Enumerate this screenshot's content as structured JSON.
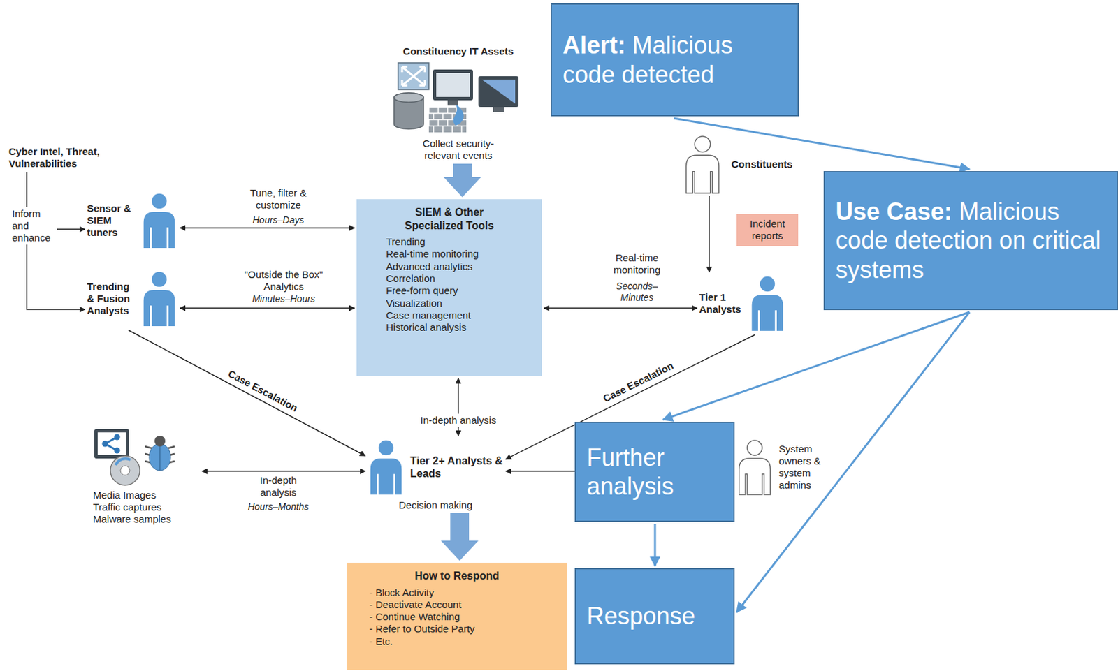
{
  "diagram": {
    "nodes": [
      {
        "text": [
          "Constituency IT Assets",
          "Collect security-relevant events"
        ]
      },
      {
        "text": [
          "Alert:",
          "Malicious code detected"
        ]
      },
      {
        "text": [
          "Cyber Intel, Threat, Vulnerabilities"
        ]
      },
      {
        "text": [
          "Constituents"
        ]
      },
      {
        "text": [
          "Sensor & SIEM tuners"
        ]
      },
      {
        "text": [
          "Use Case:",
          "Malicious code detection on critical systems"
        ]
      },
      {
        "text": [
          "SIEM & Other Specialized Tools",
          "Trending",
          "Real-time monitoring",
          "Advanced analytics",
          "Correlation",
          "Free-form query",
          "Visualization",
          "Case management",
          "Historical analysis"
        ]
      },
      {
        "text": [
          "Trending & Fusion Analysts"
        ]
      },
      {
        "text": [
          "Tier 1 Analysts"
        ]
      },
      {
        "text": [
          "Media Images Traffic captures Malware samples"
        ]
      },
      {
        "text": [
          "Tier 2+ Analysts & Leads",
          "Decision making"
        ]
      },
      {
        "text": [
          "Further analysis"
        ]
      },
      {
        "text": [
          "System owners & system admins"
        ]
      },
      {
        "text": [
          "How to Respond",
          "- Block Activity",
          "- Deactivate Account",
          "- Continue Watching",
          "- Refer to Outside Party",
          "- Etc."
        ]
      },
      {
        "text": [
          "Response"
        ]
      }
    ],
    "edges": [
      {
        "from": 0,
        "to": 6,
        "arrow": "to"
      },
      {
        "from": 1,
        "to": 5,
        "arrow": "to"
      },
      {
        "from": 2,
        "to": 4,
        "arrow": "to",
        "label": "Inform and enhance"
      },
      {
        "from": 2,
        "to": 7,
        "arrow": "to"
      },
      {
        "from": 4,
        "to": 6,
        "arrow": "both",
        "label": "Tune, filter & customize"
      },
      {
        "from": 7,
        "to": 6,
        "arrow": "both",
        "label": "\"Outside the Box\" Analytics"
      },
      {
        "from": 8,
        "to": 6,
        "arrow": "both",
        "label": "Real-time monitoring"
      },
      {
        "from": 3,
        "to": 8,
        "arrow": "to",
        "label": "Incident reports"
      },
      {
        "from": 6,
        "to": 10,
        "arrow": "both",
        "label": "In-depth analysis"
      },
      {
        "from": 9,
        "to": 10,
        "arrow": "both",
        "label": "In-depth analysis"
      },
      {
        "from": 7,
        "to": 10,
        "arrow": "to",
        "label": "Case Escalation"
      },
      {
        "from": 8,
        "to": 10,
        "arrow": "to",
        "label": "Case Escalation"
      },
      {
        "from": 12,
        "to": 10,
        "arrow": "to"
      },
      {
        "from": 10,
        "to": 13,
        "arrow": "to"
      },
      {
        "from": 5,
        "to": 11,
        "arrow": "to"
      },
      {
        "from": 5,
        "to": 14,
        "arrow": "to"
      },
      {
        "from": 11,
        "to": 14,
        "arrow": "to"
      }
    ],
    "labels": [
      "Hours–Days",
      "Minutes–Hours",
      "Seconds–Minutes",
      "Hours–Months"
    ]
  }
}
